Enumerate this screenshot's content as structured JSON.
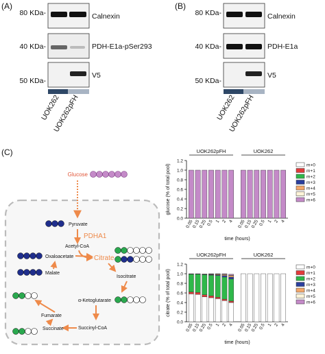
{
  "panelA": {
    "label": "(A)",
    "markers": [
      "80 KDa-",
      "40 KDa-",
      "50 KDa-"
    ],
    "bands": [
      "Calnexin",
      "PDH-E1a-pSer293",
      "V5"
    ],
    "samples": [
      "UOK262",
      "UOK262pFH"
    ]
  },
  "panelB": {
    "label": "(B)",
    "markers": [
      "80 KDa-",
      "40 KDa-",
      "50 KDa-"
    ],
    "bands": [
      "Calnexin",
      "PDH-E1a",
      "V5"
    ],
    "samples": [
      "UOK262",
      "UOK262pFH"
    ]
  },
  "panelC": {
    "label": "(C)",
    "pathway": {
      "glucose": "Glucose",
      "pyruvate": "Pyruvate",
      "pdha1": "PDHA1",
      "acetyl_coa": "Acetyl-CoA",
      "citrate": "Citrate",
      "oxaloacetate": "Oxaloacetate",
      "isocitrate": "Isocitrate",
      "malate": "Malate",
      "akg": "α-Ketoglutarate",
      "fumarate": "Fumarate",
      "succinyl_coa": "Succinyl-CoA",
      "succinate": "Succinate"
    }
  },
  "legend": [
    "m+0",
    "m+1",
    "m+2",
    "m+3",
    "m+4",
    "m+5",
    "m+6"
  ],
  "colors": {
    "m0": "#ffffff",
    "m1": "#e23b3b",
    "m2": "#2fb84a",
    "m3": "#2b3f9e",
    "m4": "#f4a86a",
    "m5": "#fdf3d7",
    "m6": "#c48ac8",
    "orange": "#ee8a4a",
    "navy": "#1f2e8c",
    "green": "#2aa84e"
  },
  "chart_data": [
    {
      "type": "bar",
      "stacked": true,
      "groups": [
        "UOK262pFH",
        "UOK262"
      ],
      "categories": [
        "0.05",
        "0.15",
        "0.25",
        "0.5",
        "1",
        "2",
        "4"
      ],
      "ylabel": "glucose (% of total pool)",
      "xlabel": "time (hours)",
      "ylim": [
        0,
        1.2
      ],
      "yticks": [
        "0.0",
        "0.2",
        "0.4",
        "0.6",
        "0.8",
        "1.0",
        "1.2"
      ],
      "series": [
        {
          "name": "m+6",
          "values": [
            [
              1,
              1,
              1,
              1,
              1,
              1,
              1
            ],
            [
              1,
              1,
              1,
              1,
              1,
              1,
              1
            ]
          ]
        }
      ]
    },
    {
      "type": "bar",
      "stacked": true,
      "groups": [
        "UOK262pFH",
        "UOK262"
      ],
      "categories": [
        "0.05",
        "0.15",
        "0.25",
        "0.5",
        "1",
        "2",
        "4"
      ],
      "ylabel": "citrate (% of total pool)",
      "xlabel": "time (hours)",
      "ylim": [
        0,
        1.2
      ],
      "yticks": [
        "0.0",
        "0.2",
        "0.4",
        "0.6",
        "0.8",
        "1.0",
        "1.2"
      ],
      "series": [
        {
          "name": "m+0",
          "values": [
            [
              0.58,
              0.57,
              0.52,
              0.5,
              0.48,
              0.44,
              0.4
            ],
            [
              1,
              1,
              1,
              1,
              1,
              1,
              1
            ]
          ]
        },
        {
          "name": "m+1",
          "values": [
            [
              0.04,
              0.04,
              0.04,
              0.04,
              0.03,
              0.03,
              0.03
            ],
            [
              0,
              0,
              0,
              0,
              0,
              0,
              0
            ]
          ]
        },
        {
          "name": "m+2",
          "values": [
            [
              0.37,
              0.38,
              0.42,
              0.43,
              0.45,
              0.46,
              0.46
            ],
            [
              0,
              0,
              0,
              0,
              0,
              0,
              0
            ]
          ]
        },
        {
          "name": "m+3",
          "values": [
            [
              0.005,
              0.005,
              0.01,
              0.01,
              0.015,
              0.03,
              0.04
            ],
            [
              0,
              0,
              0,
              0,
              0,
              0,
              0
            ]
          ]
        },
        {
          "name": "m+4",
          "values": [
            [
              0.005,
              0.005,
              0.005,
              0.01,
              0.015,
              0.02,
              0.03
            ],
            [
              0,
              0,
              0,
              0,
              0,
              0,
              0
            ]
          ]
        },
        {
          "name": "m+5",
          "values": [
            [
              0,
              0,
              0,
              0.005,
              0.005,
              0.01,
              0.01
            ],
            [
              0,
              0,
              0,
              0,
              0,
              0,
              0
            ]
          ]
        },
        {
          "name": "m+6",
          "values": [
            [
              0,
              0,
              0,
              0.005,
              0.005,
              0.01,
              0.02
            ],
            [
              0,
              0,
              0,
              0,
              0,
              0,
              0
            ]
          ]
        }
      ]
    }
  ]
}
